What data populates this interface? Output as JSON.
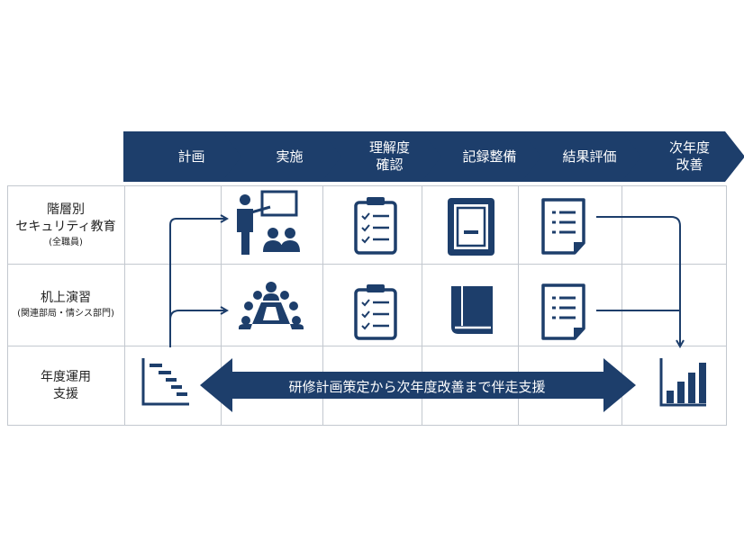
{
  "steps": [
    {
      "label": "計画"
    },
    {
      "label": "実施"
    },
    {
      "label": "理解度\n確認"
    },
    {
      "label": "記録整備"
    },
    {
      "label": "結果評価"
    },
    {
      "label": "次年度\n改善"
    }
  ],
  "rows": [
    {
      "label": "階層別\nセキュリティ教育",
      "sub": "(全職員)"
    },
    {
      "label": "机上演習",
      "sub": "(関連部局・情シス部門)"
    },
    {
      "label": "年度運用\n支援",
      "sub": ""
    }
  ],
  "banner": {
    "text": "研修計画策定から次年度改善まで伴走支援"
  },
  "colors": {
    "navy": "#1d3e6b",
    "grid": "#c3c8cf",
    "text": "#222222",
    "white": "#ffffff"
  },
  "icons": {
    "presentation": "presenter-icon",
    "checklist": "clipboard-checklist-icon",
    "record": "record-book-icon",
    "report": "report-document-icon",
    "meeting": "meeting-table-icon",
    "gantt": "gantt-chart-icon",
    "bar": "bar-chart-icon"
  }
}
